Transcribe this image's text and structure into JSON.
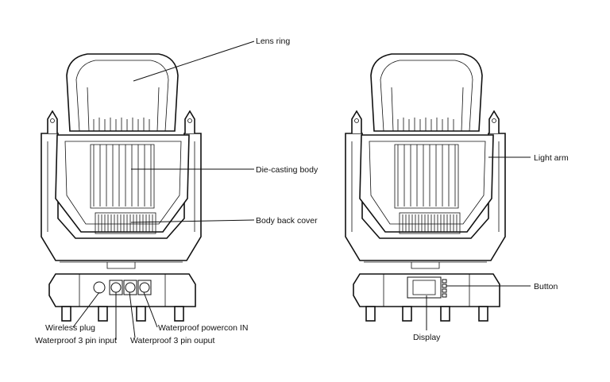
{
  "labels": {
    "lens_ring": "Lens ring",
    "die_casting_body": "Die-casting body",
    "body_back_cover": "Body back cover",
    "light_arm": "Light arm",
    "button": "Button",
    "display": "Display",
    "wireless_plug": "Wireless plug",
    "waterproof_3pin_input": "Waterproof 3 pin input",
    "waterproof_3pin_output": "Waterproof 3 pin ouput",
    "waterproof_powercon_in": "Waterproof powercon IN"
  },
  "colors": {
    "line": "#111111",
    "background": "#ffffff"
  }
}
